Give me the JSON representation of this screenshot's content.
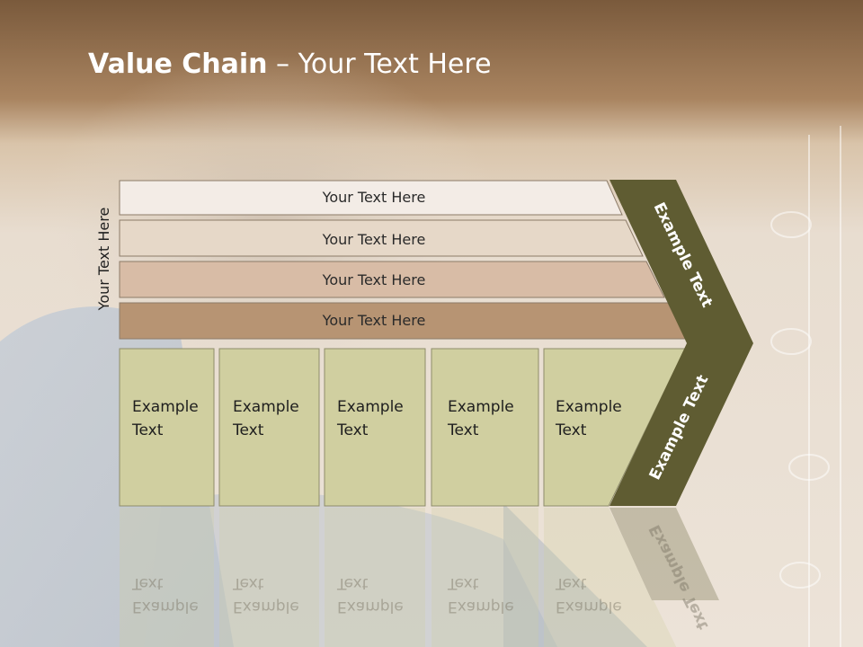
{
  "slide": {
    "title_bold": "Value Chain",
    "title_rest": " – Your Text Here",
    "side_label": "Your Text Here"
  },
  "rows": [
    {
      "label": "Your Text Here",
      "color": "#f3ece6"
    },
    {
      "label": "Your Text Here",
      "color": "#e6d8c8"
    },
    {
      "label": "Your Text Here",
      "color": "#d8bca6"
    },
    {
      "label": "Your Text Here",
      "color": "#b79473"
    }
  ],
  "boxes": [
    {
      "line1": "Example",
      "line2": "Text"
    },
    {
      "line1": "Example",
      "line2": "Text"
    },
    {
      "line1": "Example",
      "line2": "Text"
    },
    {
      "line1": "Example",
      "line2": "Text"
    },
    {
      "line1": "Example",
      "line2": "Text"
    }
  ],
  "chevron": {
    "upper_label": "Example Text",
    "lower_label": "Example Text",
    "color": "#5f5c32"
  },
  "colors": {
    "box_fill": "#d0cfa0",
    "box_stroke": "#8e8c6a",
    "row_stroke": "#8c7b68"
  }
}
